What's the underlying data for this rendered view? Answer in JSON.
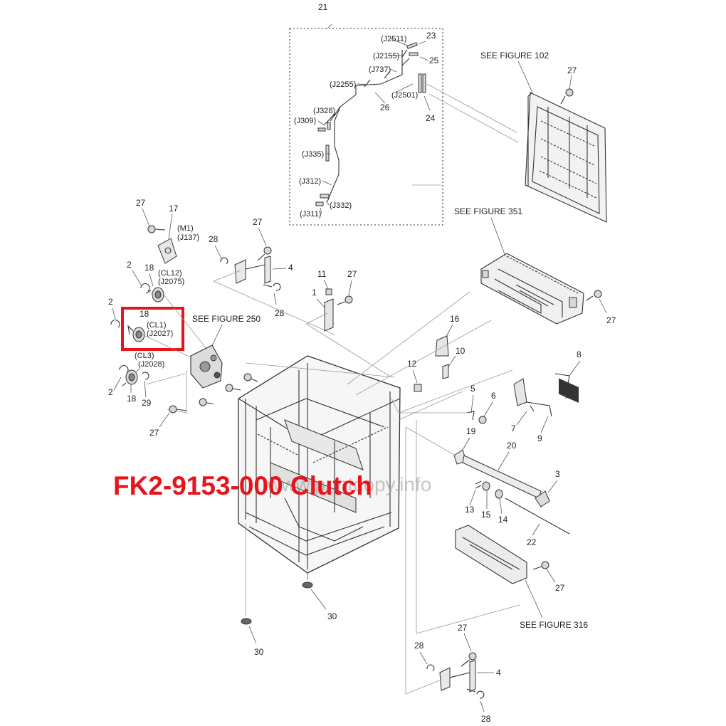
{
  "overlay": {
    "title": "FK2-9153-000 Clutch",
    "watermark": "www.printcopy.info",
    "highlight_color": "#e8141c"
  },
  "references": {
    "fig102": "SEE FIGURE 102",
    "fig351": "SEE FIGURE 351",
    "fig250": "SEE FIGURE 250",
    "fig316": "SEE FIGURE 316"
  },
  "connectors": {
    "j2511": "(J2511)",
    "j2155": "(J2155)",
    "j737": "(J737)",
    "j2255": "(J2255)",
    "j2501": "(J2501)",
    "j328": "(J328)",
    "j309": "(J309)",
    "j335": "(J335)",
    "j312": "(J312)",
    "j332": "(J332)",
    "j311": "(J311)",
    "m1": "(M1)",
    "j137": "(J137)",
    "cl12": "(CL12)",
    "j2075": "(J2075)",
    "cl1": "(CL1)",
    "j2027": "(J2027)",
    "cl3": "(CL3)",
    "j2028": "(J2028)"
  },
  "callouts": {
    "n21": "21",
    "n23": "23",
    "n25": "25",
    "n26": "26",
    "n24": "24",
    "n27a": "27",
    "n27b": "27",
    "n27c": "27",
    "n27d": "27",
    "n27e": "27",
    "n27f": "27",
    "n27g": "27",
    "n27h": "27",
    "n17": "17",
    "n28a": "28",
    "n28b": "28",
    "n28c": "28",
    "n28d": "28",
    "n4a": "4",
    "n4b": "4",
    "n2a": "2",
    "n2b": "2",
    "n2c": "2",
    "n18a": "18",
    "n18b": "18",
    "n18c": "18",
    "n11": "11",
    "n1": "1",
    "n29": "29",
    "n16": "16",
    "n10": "10",
    "n12": "12",
    "n8": "8",
    "n5": "5",
    "n6": "6",
    "n7": "7",
    "n9": "9",
    "n19": "19",
    "n20": "20",
    "n3": "3",
    "n13": "13",
    "n15": "15",
    "n14": "14",
    "n22": "22",
    "n30a": "30",
    "n30b": "30"
  }
}
